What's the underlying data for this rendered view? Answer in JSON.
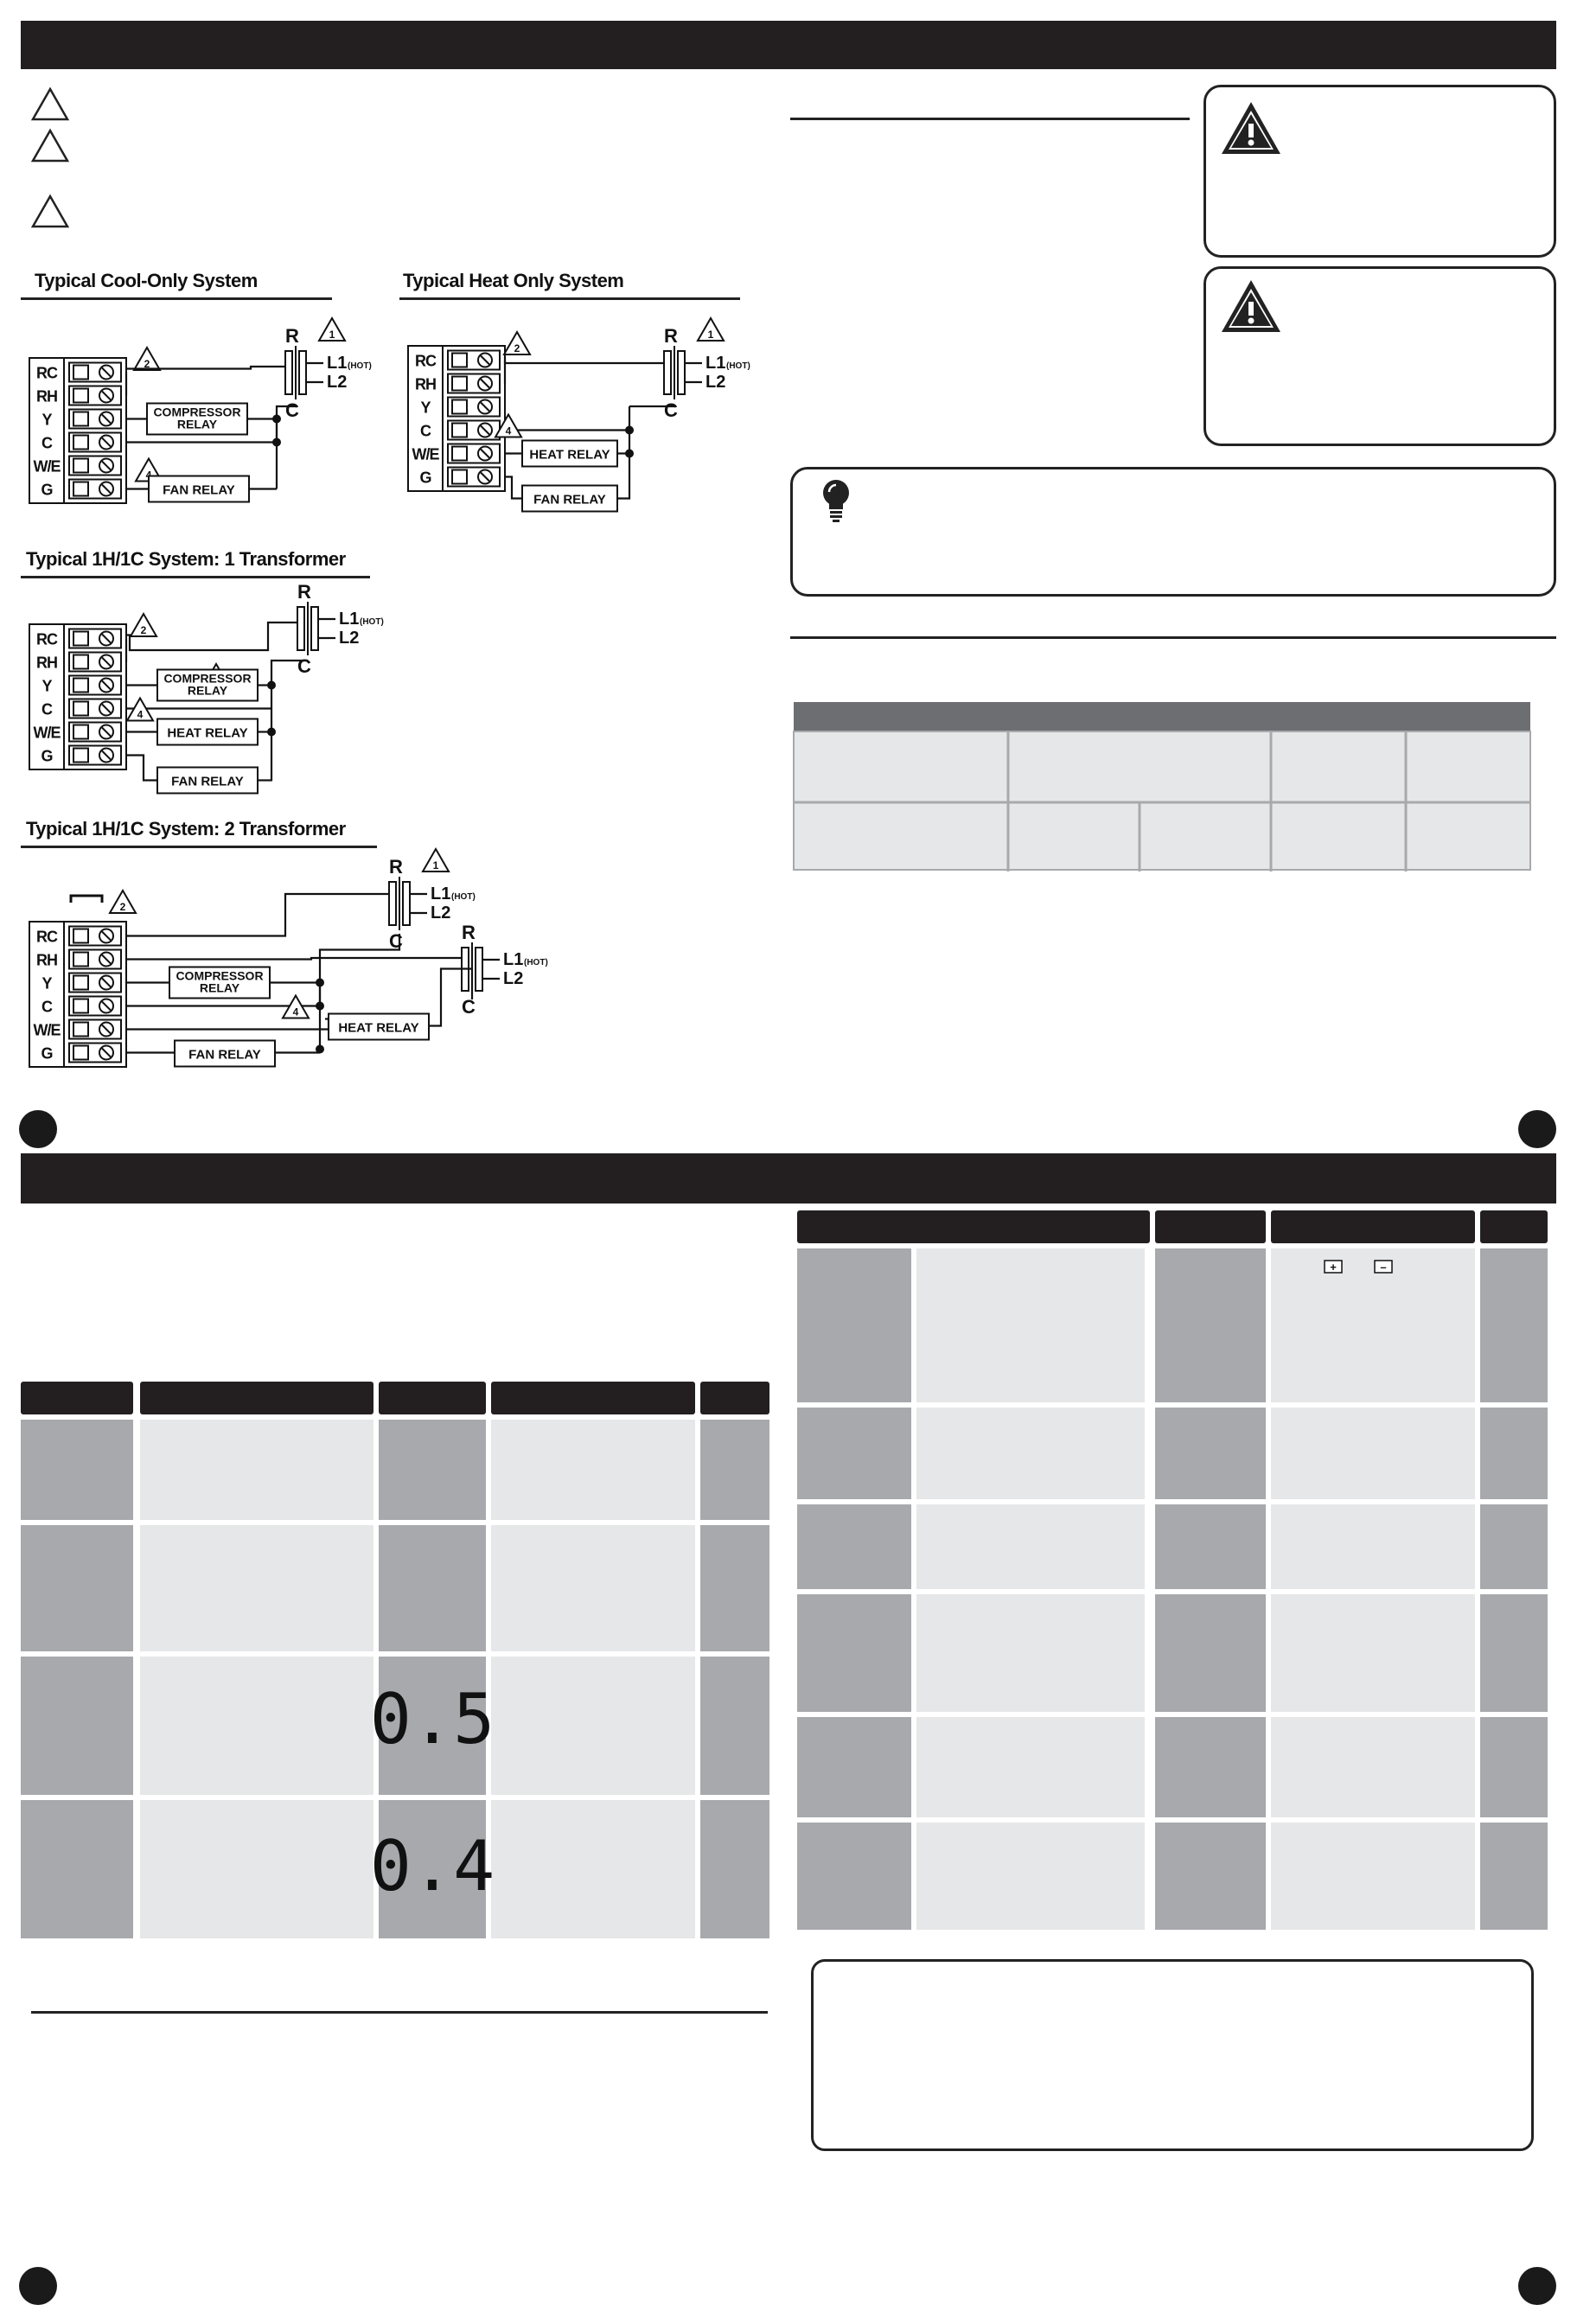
{
  "diagrams": {
    "cool_only": {
      "title": "Typical Cool-Only System",
      "terminals": [
        "RC",
        "RH",
        "Y",
        "C",
        "W/E",
        "G"
      ],
      "relays": [
        "COMPRESSOR",
        "RELAY",
        "FAN RELAY"
      ],
      "transformer": {
        "r": "R",
        "c": "C",
        "l1": "L1",
        "hot": "(HOT)",
        "l2": "L2"
      },
      "notes": [
        "2",
        "1",
        "4"
      ]
    },
    "heat_only": {
      "title": "Typical Heat Only System",
      "terminals": [
        "RC",
        "RH",
        "Y",
        "C",
        "W/E",
        "G"
      ],
      "relays": [
        "HEAT RELAY",
        "FAN RELAY"
      ],
      "transformer": {
        "r": "R",
        "c": "C",
        "l1": "L1",
        "hot": "(HOT)",
        "l2": "L2"
      },
      "notes": [
        "2",
        "1",
        "4"
      ]
    },
    "one_transformer": {
      "title": "Typical 1H/1C System: 1 Transformer",
      "terminals": [
        "RC",
        "RH",
        "Y",
        "C",
        "W/E",
        "G"
      ],
      "relays": [
        "COMPRESSOR",
        "RELAY",
        "HEAT RELAY",
        "FAN RELAY"
      ],
      "transformer": {
        "r": "R",
        "c": "C",
        "l1": "L1",
        "hot": "(HOT)",
        "l2": "L2"
      },
      "notes": [
        "2",
        "1",
        "4"
      ]
    },
    "two_transformer": {
      "title": "Typical 1H/1C System: 2 Transformer",
      "terminals": [
        "RC",
        "RH",
        "Y",
        "C",
        "W/E",
        "G"
      ],
      "relays": [
        "COMPRESSOR",
        "RELAY",
        "FAN RELAY",
        "HEAT RELAY"
      ],
      "transformer": {
        "r": "R",
        "c": "C",
        "l1": "L1",
        "hot": "(HOT)",
        "l2": "L2"
      },
      "notes": [
        "1",
        "2",
        "4"
      ]
    }
  },
  "settings_table": {
    "lcd_values": [
      "0.5",
      "0.4"
    ]
  },
  "right_table": {
    "button_plus": "+",
    "button_minus": "–"
  },
  "colors": {
    "bar": "#231f20",
    "header_gray": "#6d6e71",
    "cell_dark": "#a7a9ac",
    "cell_light": "#e6e7e8"
  }
}
